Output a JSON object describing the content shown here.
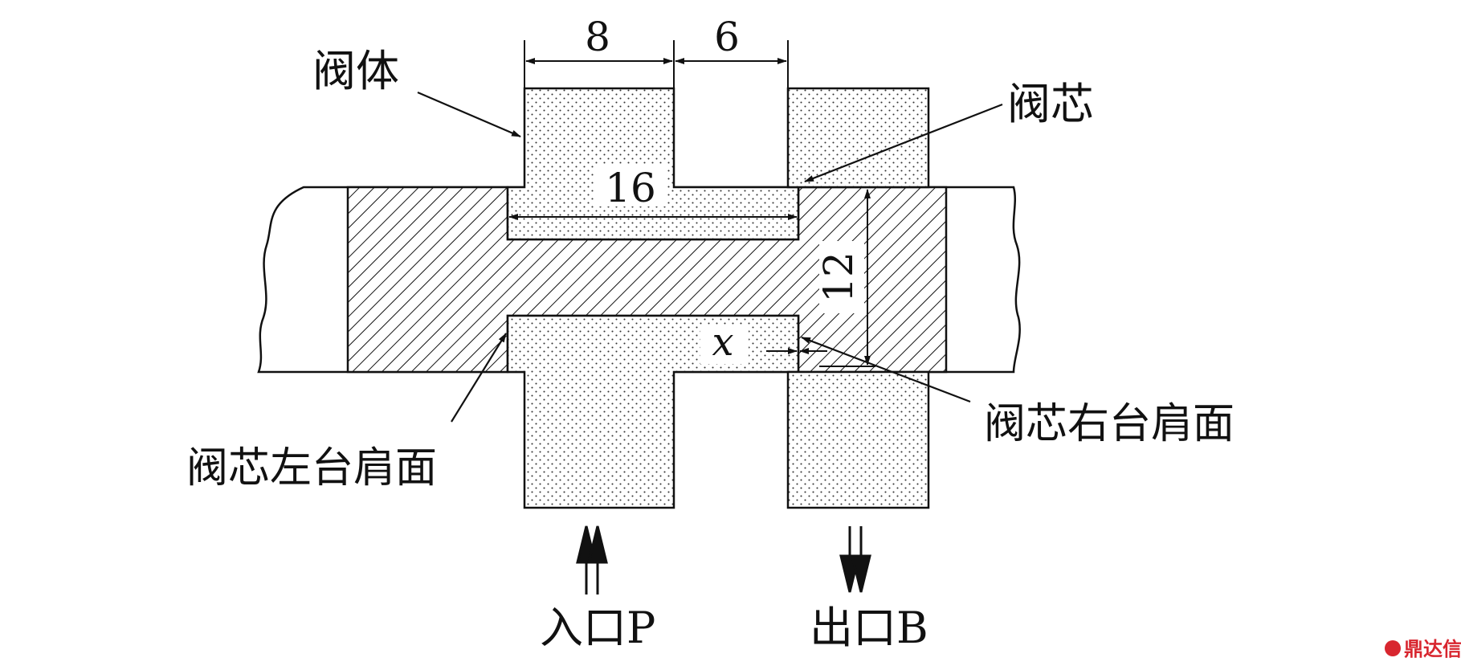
{
  "labels": {
    "valve_body": "阀体",
    "spool": "阀芯",
    "spool_right_land": "阀芯右台肩面",
    "spool_left_land": "阀芯左台肩面",
    "inlet": "入口P",
    "outlet": "出口B"
  },
  "dimensions": {
    "top_left_width": "8",
    "top_right_width": "6",
    "groove_length": "16",
    "land_height": "12",
    "opening": "x"
  },
  "watermark": {
    "text": "鼎达信",
    "color": "#d8262f"
  }
}
